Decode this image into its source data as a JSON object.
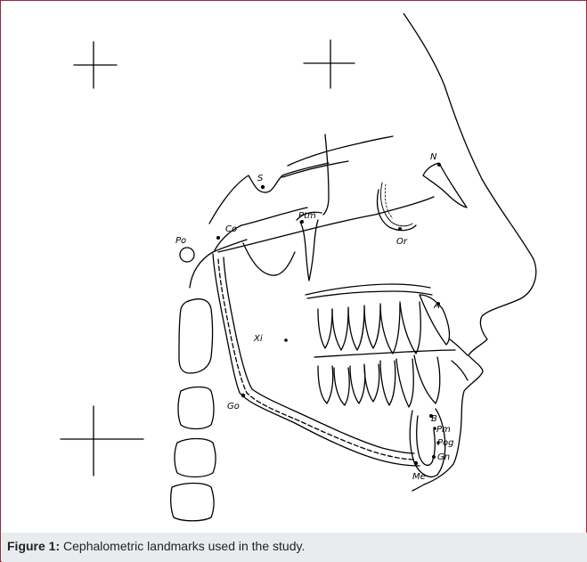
{
  "figure": {
    "caption_label": "Figure 1:",
    "caption_text": " Cephalometric landmarks used in the study."
  },
  "landmarks": {
    "S": "S",
    "N": "N",
    "Po": "Po",
    "Co": "Co",
    "Ptm": "Ptm",
    "Or": "Or",
    "A": "A",
    "Xi": "Xi",
    "Go": "Go",
    "B": "B",
    "Pm": "Pm",
    "Pog": "Pog",
    "Gn": "Gn",
    "Me": "Me"
  },
  "colors": {
    "frame_border": "#a0243f",
    "caption_background": "#e9ecef",
    "ink": "#000000"
  }
}
